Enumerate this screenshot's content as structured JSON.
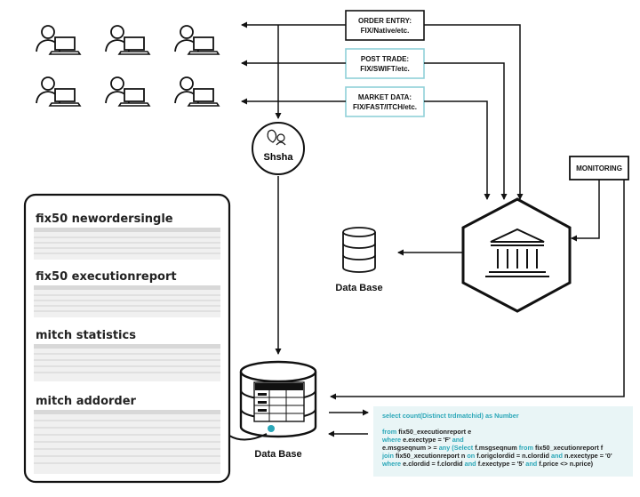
{
  "sources": [
    {
      "line1": "ORDER ENTRY:",
      "line2": "FIX/Native/etc."
    },
    {
      "line1": "POST TRADE:",
      "line2": "FIX/SWIFT/etc."
    },
    {
      "line1": "MARKET DATA:",
      "line2": "FIX/FAST/ITCH/etc."
    }
  ],
  "shsha_label": "Shsha",
  "monitoring_label": "MONITORING",
  "database_top_label": "Data Base",
  "database_bottom_label": "Data Base",
  "tables": [
    {
      "title": "fix50 newordersingle"
    },
    {
      "title": "fix50 executionreport"
    },
    {
      "title": "mitch statistics"
    },
    {
      "title": "mitch addorder"
    }
  ],
  "query": {
    "l1_kw": "select count(Distinct trdmatchid) as Number",
    "l2a_kw": "from",
    "l2b": "fix50_executionreport e",
    "l3a_kw": "where",
    "l3b": "e.exectype = 'F'",
    "l3c_kw": "and",
    "l4a": "e.msgseqnum > =",
    "l4b_kw": "any (Select",
    "l4c": "f.msgseqnum",
    "l4d_kw": "from",
    "l4e": "fix50_xecutionreport f",
    "l5a_kw": "join",
    "l5b": "fix50_xecutionreport n",
    "l5c_kw": "on",
    "l5d": "f.origclordid = n.clordid",
    "l5e_kw": "and",
    "l5f": "n.exectype = '0'",
    "l6a_kw": "where",
    "l6b": "e.clordid = f.clordid",
    "l6c_kw": "and",
    "l6d": "f.exectype = '5'",
    "l6e_kw": "and",
    "l6f": "f.price <> n.price)"
  },
  "colors": {
    "accent": "#2aa7b8",
    "ink": "#111111",
    "query_bg": "#e9f5f6",
    "box_border_teal": "#8fd0d8"
  }
}
